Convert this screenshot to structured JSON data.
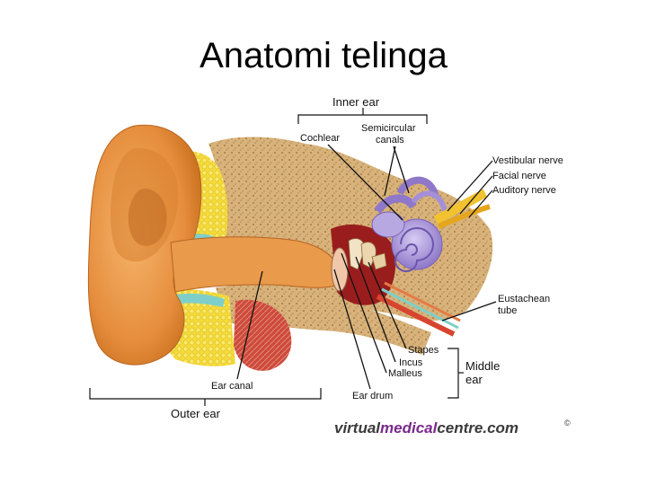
{
  "title": "Anatomi telinga",
  "labels": {
    "inner_ear": "Inner ear",
    "cochlear": "Cochlear",
    "semicircular_1": "Semicircular",
    "semicircular_2": "canals",
    "vestibular_nerve": "Vestibular nerve",
    "facial_nerve": "Facial  nerve",
    "auditory_nerve": "Auditory nerve",
    "eustachean_1": "Eustachean",
    "eustachean_2": "tube",
    "stapes": "Stapes",
    "incus": "Incus",
    "malleus": "Malleus",
    "ear_drum": "Ear drum",
    "middle_1": "Middle",
    "middle_2": "ear",
    "ear_canal": "Ear canal",
    "outer_ear": "Outer ear"
  },
  "watermark": {
    "part1": "virtual",
    "part2": "medical",
    "part3": "centre.com",
    "symbol": "©"
  },
  "colors": {
    "skin": "#e99a4a",
    "skin_dark": "#c5702a",
    "bone": "#c99f63",
    "fat": "#f2d73a",
    "cartilage": "#7ecfc9",
    "muscle": "#c84a3c",
    "inner_ear": "#a58fd6",
    "nerve": "#f2c230",
    "middle_ear": "#9a1d1d"
  }
}
